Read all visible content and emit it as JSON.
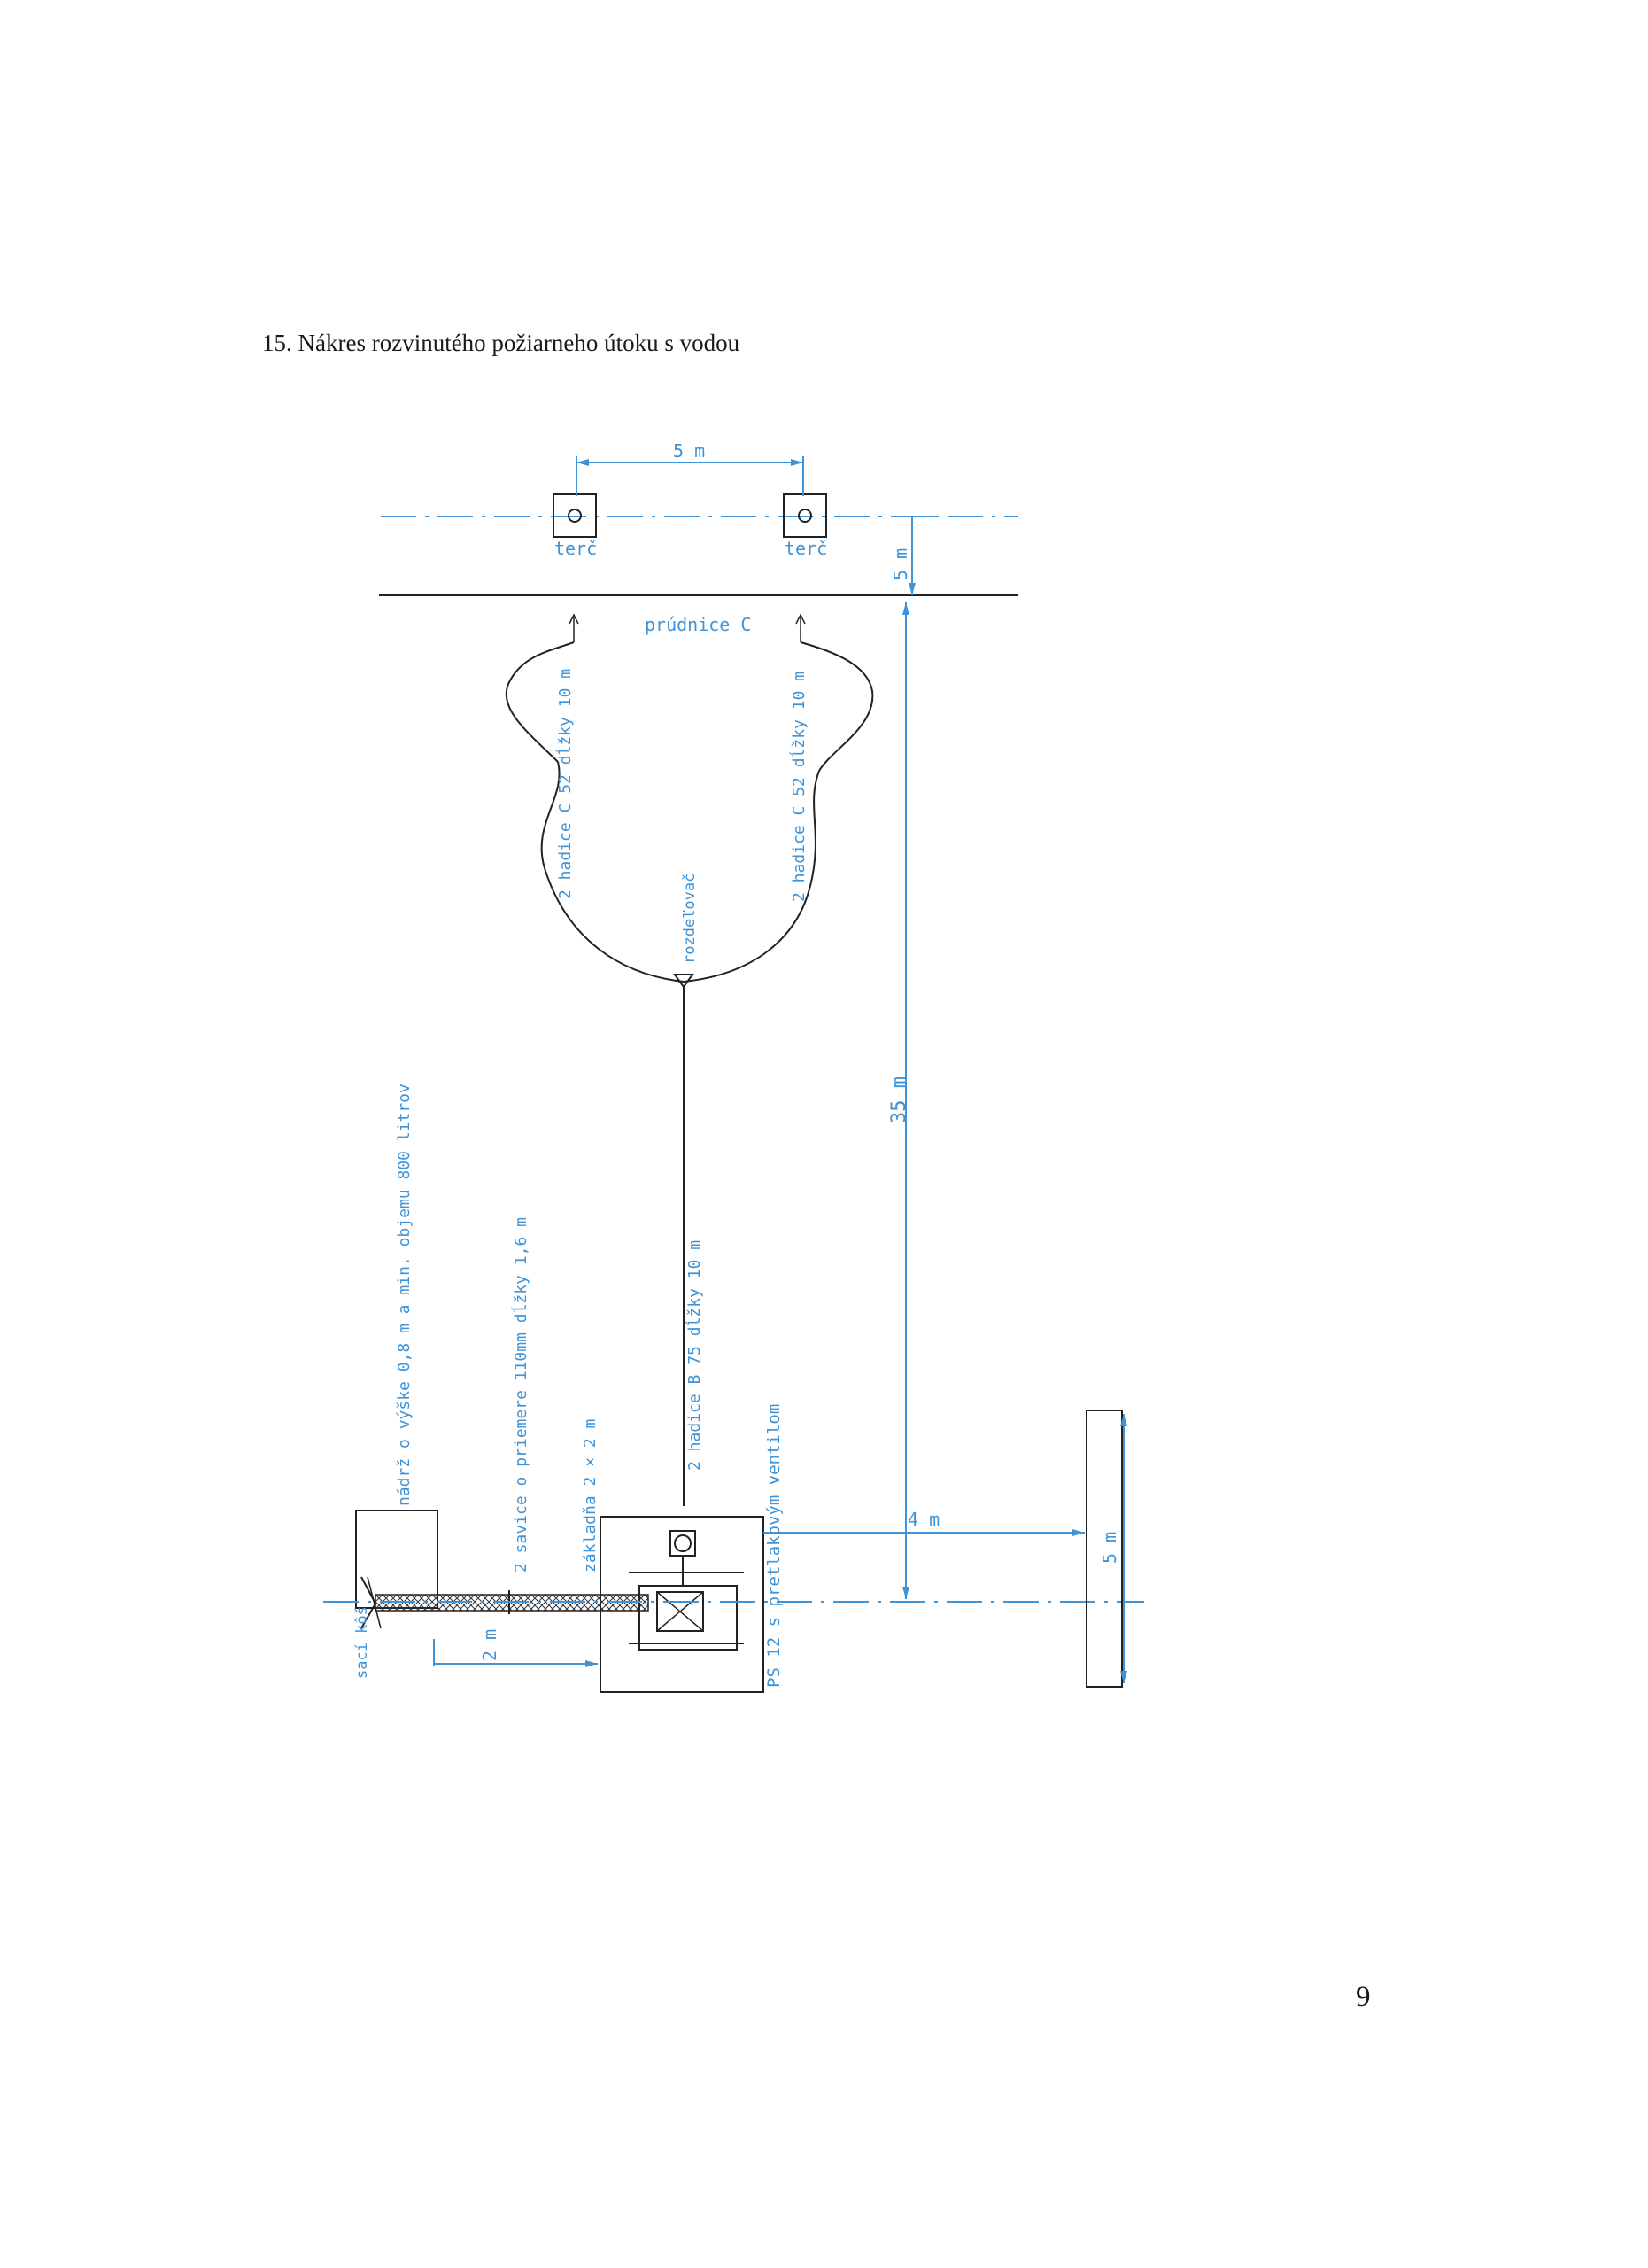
{
  "document": {
    "heading": "15.  Nákres rozvinutého požiarneho útoku s vodou",
    "page_number": "9"
  },
  "labels": {
    "target_left": "terč",
    "target_right": "terč",
    "dim_targets_gap": "5 m",
    "dim_target_line": "5 m",
    "nozzles": "prúdnice C",
    "hose_left": "2 hadice C 52 dĺžky 10 m",
    "hose_right": "2 hadice C 52 dĺžky 10 m",
    "distributor": "rozdeľovač",
    "dim_total": "35 m",
    "tank": "nádrž o výške 0,8 m a min. objemu 800 litrov",
    "suction_hoses": "2 savice o priemere 110mm dĺžky 1,6 m",
    "platform": "základňa 2 × 2 m",
    "hose_b": "2 hadice B 75 dĺžky 10 m",
    "pump": "PS 12 s pretlakovým ventilom",
    "dim_pump_side": "4 m",
    "dim_start_line": "5 m",
    "dim_suction": "2 m",
    "suction_basket": "sací kôš"
  },
  "colors": {
    "annotation": "#3f93d6",
    "drawing": "#222222"
  }
}
